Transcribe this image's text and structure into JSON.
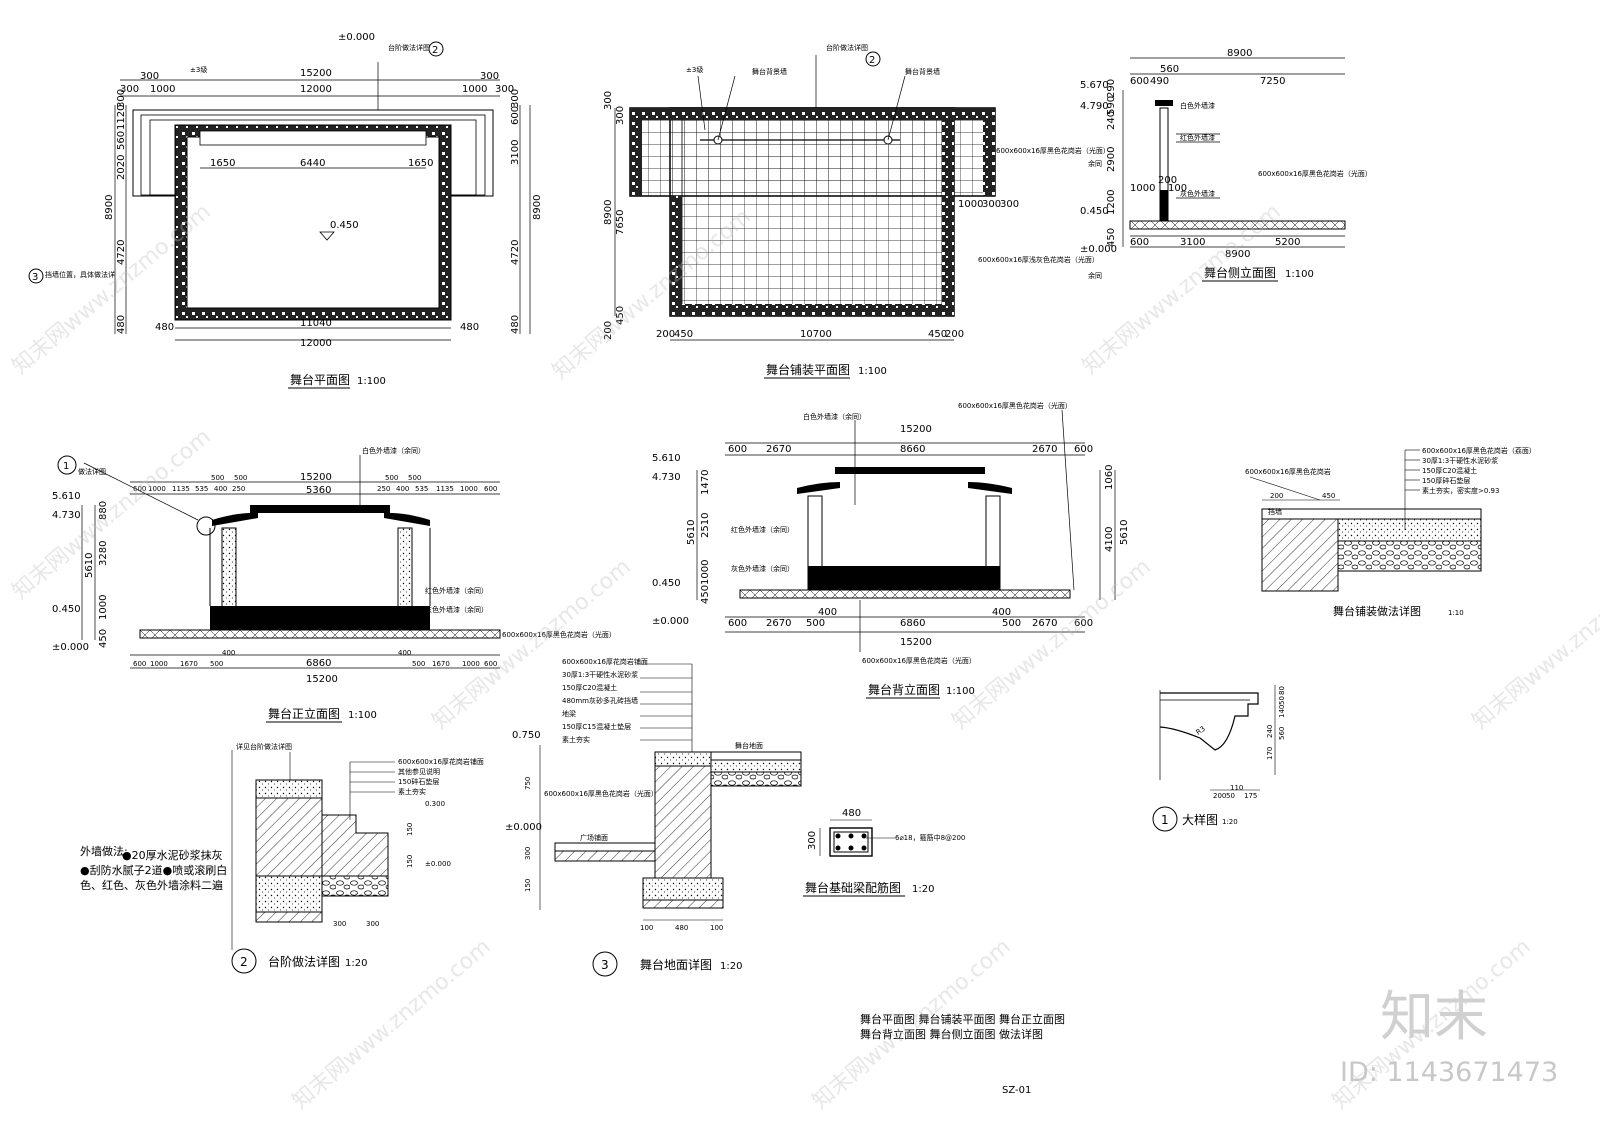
{
  "plan": {
    "title": "舞台平面图",
    "scale": "1:100",
    "elev_top": "±0.000",
    "elev_stage": "0.450",
    "steps": "±3级",
    "step_detail": "台阶做法详图",
    "step_detail_ref": "2",
    "wall_note": "挡墙位置，具体做法详",
    "wall_ref": "3",
    "top_dims": [
      "300",
      "300",
      "1000",
      "15200",
      "12000",
      "1000",
      "300",
      "300"
    ],
    "inner_dims": [
      "1650",
      "6440",
      "1650"
    ],
    "bottom_dims": [
      "480",
      "11040",
      "480",
      "12000"
    ],
    "left_dims": [
      "300",
      "1120",
      "560",
      "2020",
      "8900",
      "4720",
      "480"
    ],
    "right_dims": [
      "300",
      "600",
      "3100",
      "8900",
      "4720",
      "480"
    ]
  },
  "paving": {
    "title": "舞台铺装平面图",
    "scale": "1:100",
    "back_wall": "舞台背景墙",
    "back_wall2": "舞台背景墙",
    "detail_ref": "台阶做法详图",
    "detail_num": "2",
    "steps": "±3级",
    "tile_black": "600x600x16厚黑色花岗岩（光面）",
    "same": "余同",
    "tile_grey": "600x600x16厚浅灰色花岗岩（光面）",
    "left_dims": [
      "300",
      "300",
      "8900",
      "7650",
      "200",
      "450"
    ],
    "right_dims": [
      "1000",
      "300",
      "300"
    ],
    "bottom_dims": [
      "200",
      "450",
      "10700",
      "450",
      "200"
    ]
  },
  "side": {
    "title": "舞台侧立面图",
    "scale": "1:100",
    "top_dims": [
      "8900",
      "560",
      "600",
      "490",
      "7250"
    ],
    "elevs": [
      "5.670",
      "4.790",
      "0.450",
      "±0.000"
    ],
    "left_dims": [
      "290",
      "590",
      "240",
      "2900",
      "1200",
      "450"
    ],
    "mid_dims": [
      "1000",
      "200",
      "100"
    ],
    "bottom_dims": [
      "600",
      "3100",
      "8900",
      "5200"
    ],
    "labels": [
      "白色外墙漆",
      "红色外墙漆",
      "灰色外墙漆"
    ],
    "tile": "600x600x16厚黑色花岗岩（光面）",
    "same": "（余同）"
  },
  "front": {
    "title": "舞台正立面图",
    "scale": "1:100",
    "detail_ref": "做法详图",
    "detail_num": "1",
    "top_label": "白色外墙漆（余同）",
    "total": "15200",
    "top_dims": [
      "600",
      "1000",
      "1135",
      "535",
      "400",
      "250",
      "500",
      "500",
      "5360",
      "500",
      "500",
      "250",
      "400",
      "535",
      "1135",
      "1000",
      "600"
    ],
    "elevs": [
      "5.610",
      "4.730",
      "0.450",
      "±0.000"
    ],
    "left_dims": [
      "880",
      "3280",
      "5610",
      "1000",
      "450"
    ],
    "red": "红色外墙漆（余同）",
    "grey": "灰色外墙漆（余同）",
    "tile": "600x600x16厚黑色花岗岩（光面）",
    "bottom_dims": [
      "600",
      "1000",
      "1670",
      "500",
      "400",
      "6860",
      "400",
      "500",
      "1670",
      "1000",
      "600"
    ],
    "bottom_total": "15200"
  },
  "back": {
    "title": "舞台背立面图",
    "scale": "1:100",
    "white": "白色外墙漆（余同）",
    "tile_top": "600x600x16厚黑色花岗岩（光面）",
    "total": "15200",
    "top_dims": [
      "600",
      "2670",
      "8660",
      "2670",
      "600"
    ],
    "elevs": [
      "5.610",
      "4.730",
      "0.450",
      "±0.000"
    ],
    "left_dims": [
      "1470",
      "2510",
      "5610",
      "1000",
      "450"
    ],
    "right_dims": [
      "1060",
      "4100",
      "5610"
    ],
    "red": "红色外墙漆（余同）",
    "grey": "灰色外墙漆（余同）",
    "bottom_dims": [
      "600",
      "2670",
      "500",
      "400",
      "6860",
      "400",
      "500",
      "2670",
      "600"
    ],
    "bottom_total": "15200",
    "tile": "600x600x16厚黑色花岗岩（光面）"
  },
  "paving_detail": {
    "title": "舞台铺装做法详图",
    "scale": "1:10",
    "layers": [
      "600x600x16厚黑色花岗岩（荔面）",
      "30厚1:3干硬性水泥砂浆",
      "150厚C20混凝土",
      "150厚碎石垫层",
      "素土夯实，密实度>0.93"
    ],
    "tile": "600x600x16厚黑色花岗岩",
    "edge": "挡墙",
    "dims": [
      "200",
      "450"
    ]
  },
  "detail1": {
    "title": "大样图",
    "scale": "1:20",
    "num": "1",
    "right_dims": [
      "80",
      "50",
      "140",
      "240",
      "560",
      "170"
    ],
    "bottom_dims": [
      "200",
      "50",
      "110",
      "175"
    ],
    "radius": "R3"
  },
  "step_detail": {
    "title": "台阶做法详图",
    "scale": "1:20",
    "num": "2",
    "ref": "详见台阶做法详图",
    "layers": [
      "600x600x16厚花岗岩铺面",
      "其他参见说明",
      "150碎石垫层",
      "素土夯实"
    ],
    "elevs": [
      "0.300",
      "±0.000"
    ],
    "dims": [
      "150",
      "150",
      "300",
      "300"
    ],
    "wall_note_title": "外墙做法:",
    "wall_note": "●20厚水泥砂浆抹灰●刮防水腻子2道●喷或滚刷白色、红色、灰色外墙涂料二遍"
  },
  "floor_detail": {
    "title": "舞台地面详图",
    "scale": "1:20",
    "num": "3",
    "layers": [
      "600x600x16厚花岗岩铺面",
      "30厚1:3干硬性水泥砂浆",
      "150厚C20混凝土",
      "480mm灰砂多孔砖挡墙",
      "地梁",
      "150厚C15混凝土垫层",
      "素土夯实"
    ],
    "elevs": [
      "0.750",
      "±0.000"
    ],
    "stage_floor": "舞台地面",
    "square_floor": "广场铺面",
    "tile": "600x600x16厚黑色花岗岩（光面）",
    "dims_v": [
      "750",
      "300",
      "150"
    ],
    "dims_h": [
      "100",
      "480",
      "100"
    ]
  },
  "beam": {
    "title": "舞台基础梁配筋图",
    "scale": "1:20",
    "w": "480",
    "h": "300",
    "rebar": "6⌀18，箍筋中8@200"
  },
  "sheet": {
    "contents_1": "舞台平面图  舞台铺装平面图  舞台正立面图",
    "contents_2": "舞台背立面图  舞台侧立面图      做法详图",
    "code": "SZ-01",
    "brand": "知末",
    "id": "ID: 1143671473",
    "watermark": "知末网www.znzmo.com"
  }
}
